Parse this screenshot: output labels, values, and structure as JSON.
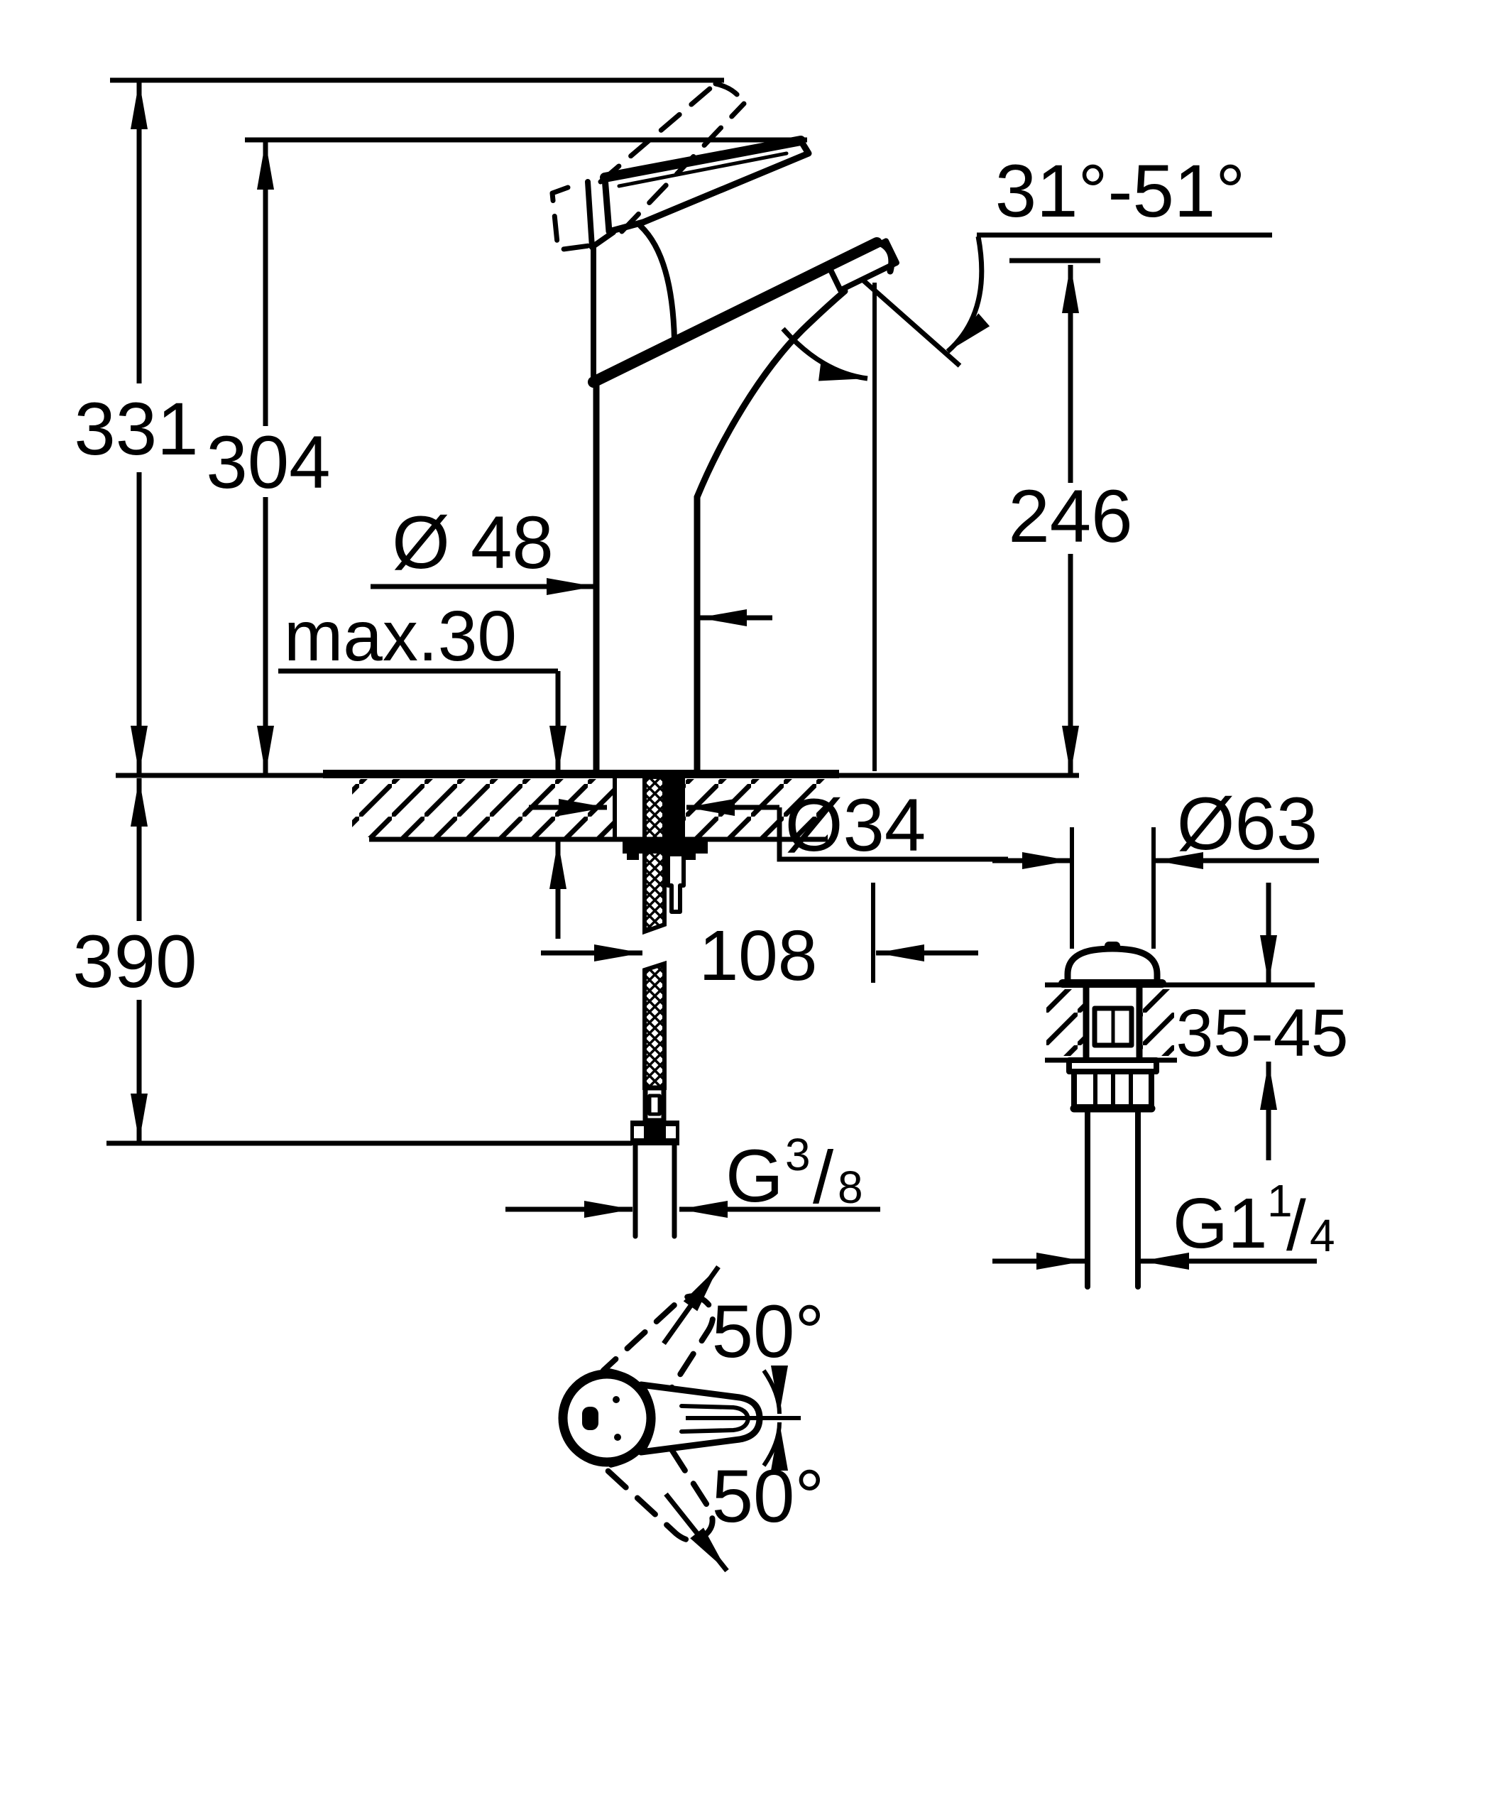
{
  "drawing": {
    "title": "single-lever basin mixer installation dimensional drawing",
    "units": "mm",
    "colors": {
      "line": "#000000",
      "background": "#ffffff"
    },
    "dimensions": {
      "total_height": "331",
      "height_to_handle": "304",
      "spout_outlet_height": "246",
      "body_diameter": "Ø 48",
      "deck_thickness_max": "max.30",
      "spout_angle_range": "31°-51°",
      "mounting_hole_diameter": "Ø34",
      "hose_length_below_deck": "390",
      "spout_projection": "108",
      "supply_thread": {
        "prefix": "G",
        "numerator": "3",
        "slash": "/",
        "denominator": "8"
      },
      "drain_cap_diameter": "Ø63",
      "drain_deck_thickness_range": "35-45",
      "drain_thread": {
        "prefix": "G1",
        "numerator": "1",
        "slash": "/",
        "denominator": "4"
      },
      "handle_swing_up": "50°",
      "handle_swing_down": "50°"
    }
  }
}
